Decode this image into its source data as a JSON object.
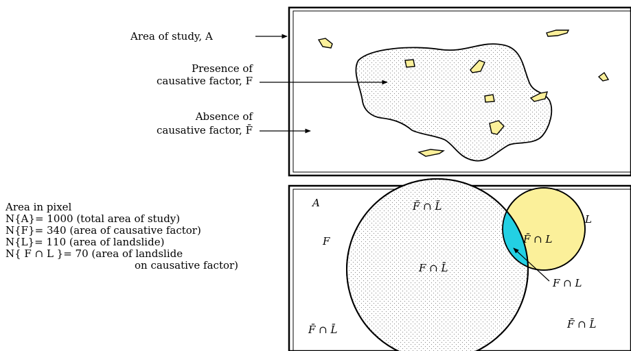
{
  "top_panel": {
    "label_area": "Area of study, A",
    "label_presence_1": "Presence of",
    "label_presence_2": "causative factor, F",
    "label_absence_1": "Absence of",
    "label_absence_2": "causative factor, F̄"
  },
  "bottom_panel": {
    "label_A": "A",
    "label_F": "F",
    "label_L": "L",
    "region_top": "F̄ ∩ L̄",
    "region_bottom_left": "F̄ ∩ L̄",
    "region_bottom_right": "F̄ ∩ L̄",
    "region_F_only": "F ∩ L̄",
    "region_L_only": "F̄ ∩ L",
    "region_FL": "F ∩ L"
  },
  "legend": {
    "title": "Area in pixel",
    "line_A": "N{A}= 1000 (total area of study)",
    "line_F": "N{F}= 340 (area of causative factor)",
    "line_L": "N{L}= 110 (area of landslide)",
    "line_FL_1": "N{ F ∩ L }= 70 (area of landslide",
    "line_FL_2": "on causative factor)"
  },
  "colors": {
    "landslide_fill": "#fbf09a",
    "intersection_fill": "#23d0e3",
    "stipple": "#8a8a8a",
    "outline": "#000000"
  }
}
